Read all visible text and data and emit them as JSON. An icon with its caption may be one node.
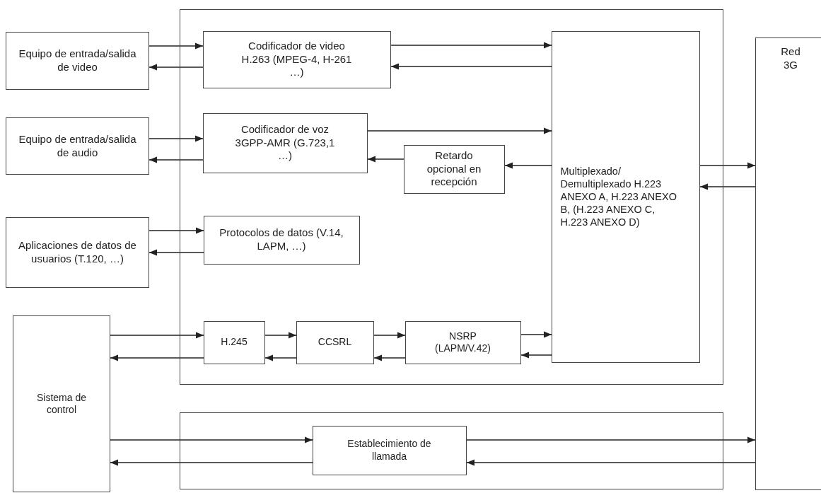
{
  "diagram": {
    "nodes": [
      {
        "text": [
          "Equipo de entrada/salida de video"
        ]
      },
      {
        "text": [
          "Equipo de entrada/salida de audio"
        ]
      },
      {
        "text": [
          "Aplicaciones de datos de usuarios (T.120, …)"
        ]
      },
      {
        "text": [
          "Sistema de control"
        ]
      },
      {
        "text": [],
        "shape": "box"
      },
      {
        "text": [
          "Codificador de video H.263 (MPEG-4, H-261 …)"
        ],
        "in": 4
      },
      {
        "text": [
          "Codificador de voz 3GPP-AMR (G.723,1 …)"
        ],
        "in": 4
      },
      {
        "text": [
          "Retardo opcional en recepción"
        ],
        "in": 4
      },
      {
        "text": [
          "Protocolos de datos (V.14, LAPM, …)"
        ],
        "in": 4
      },
      {
        "text": [
          "H.245"
        ],
        "in": 4
      },
      {
        "text": [
          "CCSRL"
        ],
        "in": 4
      },
      {
        "text": [
          "NSRP (LAPM/V.42)"
        ],
        "in": 4
      },
      {
        "text": [
          "Multiplexado/ Demultiplexado H.223 ANEXO A, H.223 ANEXO B, (H.223 ANEXO C, H.223 ANEXO D)"
        ],
        "in": 4
      },
      {
        "text": [
          "Red 3G"
        ]
      },
      {
        "text": [],
        "shape": "box"
      },
      {
        "text": [
          "Establecimiento de llamada"
        ],
        "in": 14
      }
    ],
    "edges": [
      {
        "from": 0,
        "to": 5,
        "arrow": "to"
      },
      {
        "from": 5,
        "to": 0,
        "arrow": "to"
      },
      {
        "from": 5,
        "to": 12,
        "arrow": "to"
      },
      {
        "from": 12,
        "to": 5,
        "arrow": "to"
      },
      {
        "from": 1,
        "to": 6,
        "arrow": "to"
      },
      {
        "from": 6,
        "to": 1,
        "arrow": "to"
      },
      {
        "from": 6,
        "to": 12,
        "arrow": "to"
      },
      {
        "from": 12,
        "to": 7,
        "arrow": "to"
      },
      {
        "from": 7,
        "to": 6,
        "arrow": "to"
      },
      {
        "from": 2,
        "to": 8,
        "arrow": "to"
      },
      {
        "from": 8,
        "to": 2,
        "arrow": "to"
      },
      {
        "from": 3,
        "to": 9,
        "arrow": "to"
      },
      {
        "from": 9,
        "to": 3,
        "arrow": "to"
      },
      {
        "from": 9,
        "to": 10,
        "arrow": "to"
      },
      {
        "from": 10,
        "to": 9,
        "arrow": "to"
      },
      {
        "from": 10,
        "to": 11,
        "arrow": "to"
      },
      {
        "from": 11,
        "to": 10,
        "arrow": "to"
      },
      {
        "from": 11,
        "to": 12,
        "arrow": "to"
      },
      {
        "from": 12,
        "to": 11,
        "arrow": "to"
      },
      {
        "from": 12,
        "to": 13,
        "arrow": "to"
      },
      {
        "from": 13,
        "to": 12,
        "arrow": "to"
      },
      {
        "from": 3,
        "to": 15,
        "arrow": "to"
      },
      {
        "from": 15,
        "to": 3,
        "arrow": "to"
      },
      {
        "from": 15,
        "to": 13,
        "arrow": "to"
      },
      {
        "from": 13,
        "to": 15,
        "arrow": "to"
      }
    ]
  }
}
